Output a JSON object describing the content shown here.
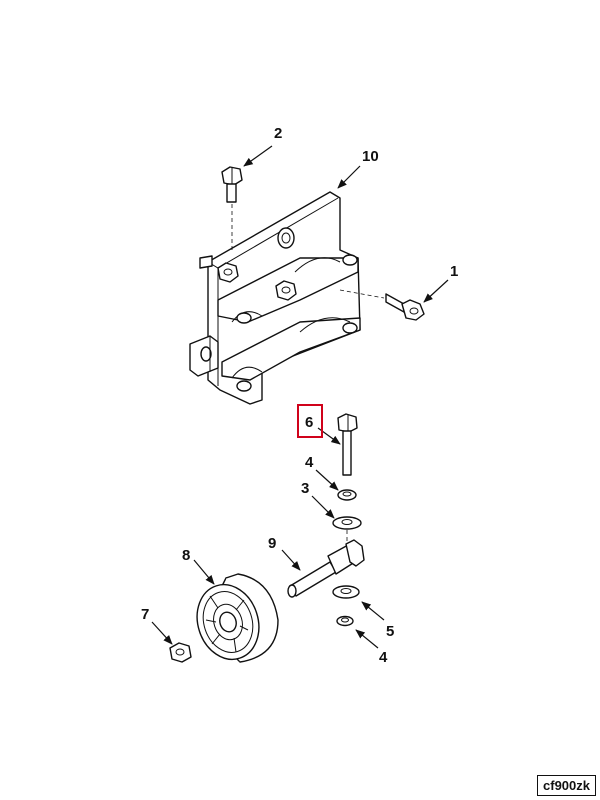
{
  "callouts": {
    "c1": "1",
    "c2": "2",
    "c3": "3",
    "c4a": "4",
    "c4b": "4",
    "c5": "5",
    "c6": "6",
    "c7": "7",
    "c8": "8",
    "c9": "9",
    "c10": "10"
  },
  "highlight_color": "#d0021b",
  "figure_code": "cf900zk"
}
